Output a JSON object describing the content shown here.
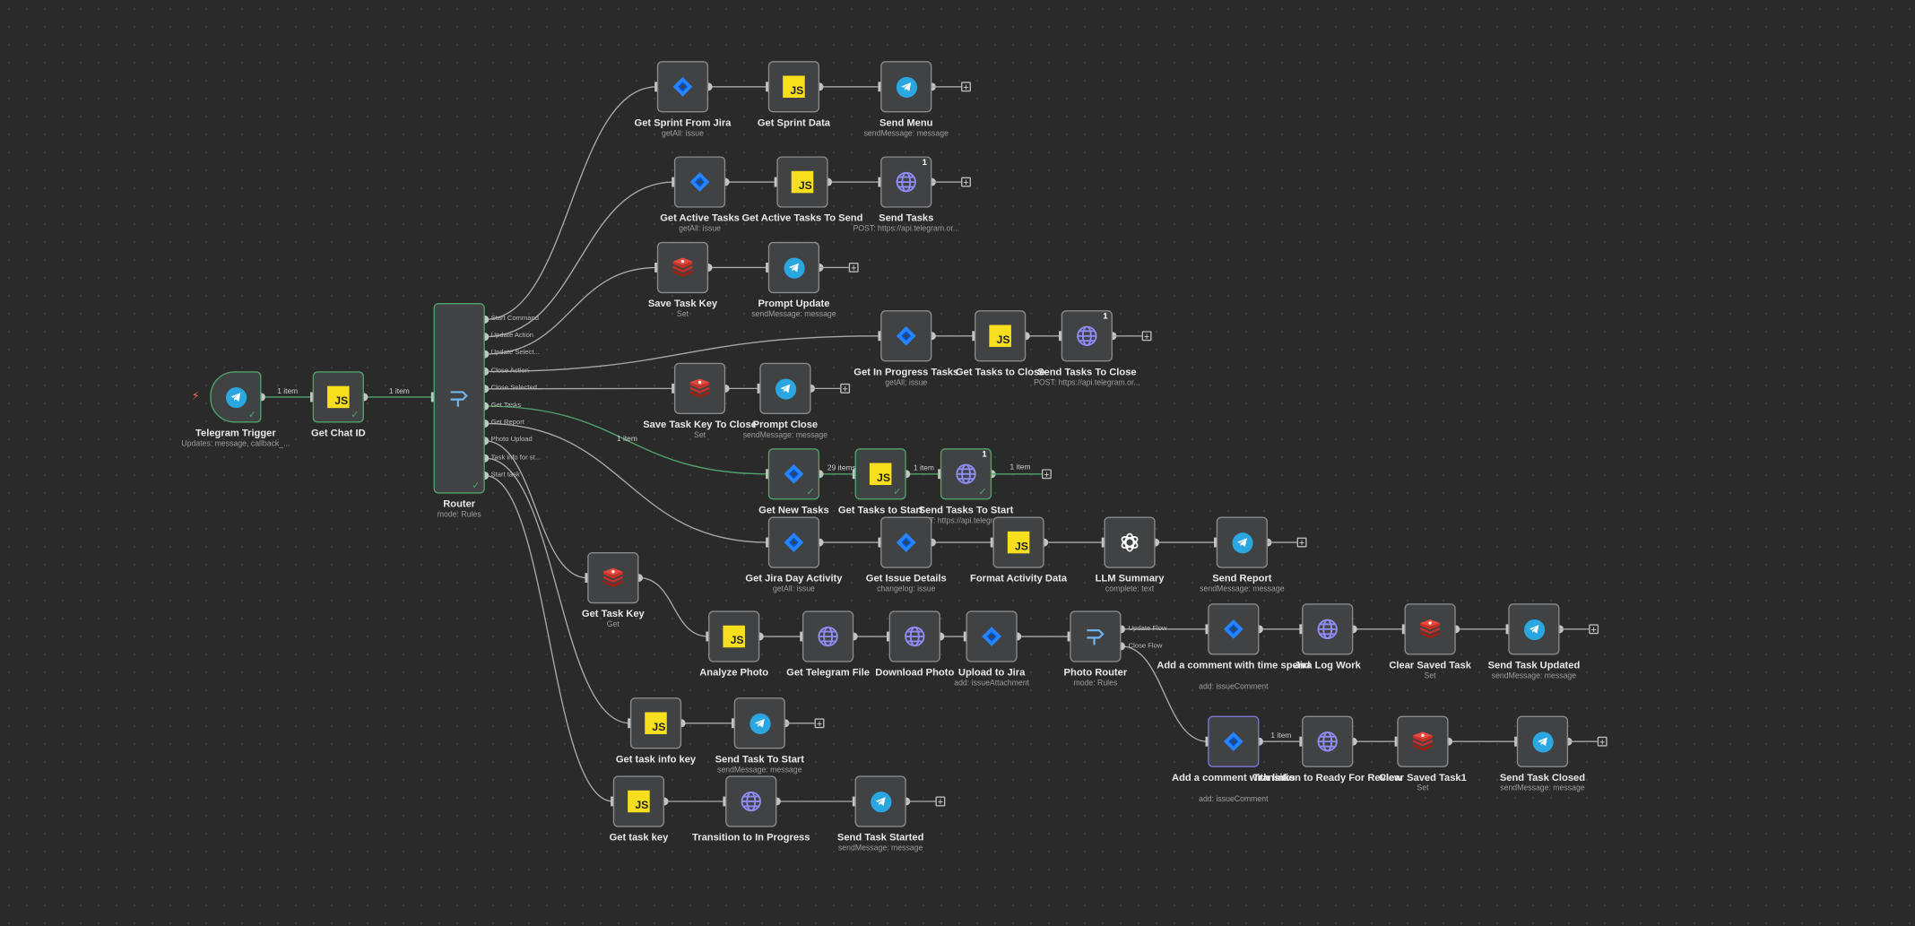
{
  "nodes": [
    {
      "id": "telegram-trigger",
      "label": "Telegram Trigger",
      "sub": "Updates: message, callback_...",
      "icon": "telegram-icon",
      "active": true,
      "trigger": true
    },
    {
      "id": "get-chat-id",
      "label": "Get Chat ID",
      "sub": "",
      "icon": "js-icon",
      "active": true
    },
    {
      "id": "router",
      "label": "Router",
      "sub": "mode: Rules",
      "icon": "router-icon",
      "active": true
    },
    {
      "id": "get-sprint-from-jira",
      "label": "Get Sprint From Jira",
      "sub": "getAll: issue",
      "icon": "jira-icon"
    },
    {
      "id": "get-sprint-data",
      "label": "Get Sprint Data",
      "sub": "",
      "icon": "js-icon"
    },
    {
      "id": "send-menu",
      "label": "Send Menu",
      "sub": "sendMessage: message",
      "icon": "telegram-icon"
    },
    {
      "id": "get-active-tasks",
      "label": "Get Active Tasks",
      "sub": "getAll: issue",
      "icon": "jira-icon"
    },
    {
      "id": "get-active-tasks-to-send",
      "label": "Get Active Tasks To Send",
      "sub": "",
      "icon": "js-icon"
    },
    {
      "id": "send-tasks",
      "label": "Send Tasks",
      "sub": "POST: https://api.telegram.or...",
      "icon": "http-icon",
      "badge": "1"
    },
    {
      "id": "save-task-key",
      "label": "Save Task Key",
      "sub": "Set",
      "icon": "redis-icon"
    },
    {
      "id": "prompt-update",
      "label": "Prompt Update",
      "sub": "sendMessage: message",
      "icon": "telegram-icon"
    },
    {
      "id": "get-in-progress-tasks",
      "label": "Get In Progress Tasks",
      "sub": "getAll: issue",
      "icon": "jira-icon"
    },
    {
      "id": "get-tasks-to-close",
      "label": "Get Tasks to Close",
      "sub": "",
      "icon": "js-icon"
    },
    {
      "id": "send-tasks-to-close",
      "label": "Send Tasks To Close",
      "sub": "POST: https://api.telegram.or...",
      "icon": "http-icon",
      "badge": "1"
    },
    {
      "id": "save-task-key-to-close",
      "label": "Save Task Key To Close",
      "sub": "Set",
      "icon": "redis-icon"
    },
    {
      "id": "prompt-close",
      "label": "Prompt Close",
      "sub": "sendMessage: message",
      "icon": "telegram-icon"
    },
    {
      "id": "get-new-tasks",
      "label": "Get New Tasks",
      "sub": "getAll: issue",
      "icon": "jira-icon",
      "active": true
    },
    {
      "id": "get-tasks-to-start",
      "label": "Get Tasks to Start",
      "sub": "",
      "icon": "js-icon",
      "active": true
    },
    {
      "id": "send-tasks-to-start",
      "label": "Send Tasks To Start",
      "sub": "POST: https://api.telegram.or...",
      "icon": "http-icon",
      "active": true,
      "badge": "1"
    },
    {
      "id": "get-jira-day-activity",
      "label": "Get Jira Day Activity",
      "sub": "getAll: issue",
      "icon": "jira-icon"
    },
    {
      "id": "get-issue-details",
      "label": "Get Issue Details",
      "sub": "changelog: issue",
      "icon": "jira-icon"
    },
    {
      "id": "format-activity-data",
      "label": "Format Activity Data",
      "sub": "",
      "icon": "js-icon"
    },
    {
      "id": "llm-summary",
      "label": "LLM Summary",
      "sub": "complete: text",
      "icon": "openai-icon"
    },
    {
      "id": "send-report",
      "label": "Send Report",
      "sub": "sendMessage: message",
      "icon": "telegram-icon"
    },
    {
      "id": "get-task-key",
      "label": "Get Task Key",
      "sub": "Get",
      "icon": "redis-icon"
    },
    {
      "id": "analyze-photo",
      "label": "Analyze Photo",
      "sub": "",
      "icon": "js-icon"
    },
    {
      "id": "get-telegram-file",
      "label": "Get Telegram File",
      "sub": "",
      "icon": "http-icon"
    },
    {
      "id": "download-photo",
      "label": "Download Photo",
      "sub": "",
      "icon": "http-icon"
    },
    {
      "id": "upload-to-jira",
      "label": "Upload to Jira",
      "sub": "add: issueAttachment",
      "icon": "jira-icon"
    },
    {
      "id": "photo-router",
      "label": "Photo Router",
      "sub": "mode: Rules",
      "icon": "router-icon"
    },
    {
      "id": "add-comment-time-spend",
      "label": "Add a comment with time spend",
      "sub": "add: issueComment",
      "icon": "jira-icon"
    },
    {
      "id": "jira-log-work",
      "label": "Jira Log Work",
      "sub": "",
      "icon": "http-icon"
    },
    {
      "id": "clear-saved-task",
      "label": "Clear Saved Task",
      "sub": "Set",
      "icon": "redis-icon"
    },
    {
      "id": "send-task-updated",
      "label": "Send Task Updated",
      "sub": "sendMessage: message",
      "icon": "telegram-icon"
    },
    {
      "id": "add-comment-links",
      "label": "Add a comment with links",
      "sub": "add: issueComment",
      "icon": "jira-icon",
      "selected": true
    },
    {
      "id": "transition-ready-for-review",
      "label": "Transition to Ready For Review",
      "sub": "",
      "icon": "http-icon"
    },
    {
      "id": "clear-saved-task1",
      "label": "Clear Saved Task1",
      "sub": "Set",
      "icon": "redis-icon"
    },
    {
      "id": "send-task-closed",
      "label": "Send Task Closed",
      "sub": "sendMessage: message",
      "icon": "telegram-icon"
    },
    {
      "id": "get-task-info-key",
      "label": "Get task info key",
      "sub": "",
      "icon": "js-icon"
    },
    {
      "id": "send-task-to-start",
      "label": "Send Task To Start",
      "sub": "sendMessage: message",
      "icon": "telegram-icon"
    },
    {
      "id": "get-task-key-js",
      "label": "Get task key",
      "sub": "",
      "icon": "js-icon"
    },
    {
      "id": "transition-in-progress",
      "label": "Transition to In Progress",
      "sub": "",
      "icon": "http-icon"
    },
    {
      "id": "send-task-started",
      "label": "Send Task Started",
      "sub": "sendMessage: message",
      "icon": "telegram-icon"
    }
  ],
  "router_outputs": [
    "Start Command",
    "Update Action",
    "Update Select...",
    "Close Action",
    "Close Selected...",
    "Get Tasks",
    "Get Report",
    "Photo Upload",
    "Task info for st...",
    "Start task"
  ],
  "photo_router_outputs": [
    "Update Flow",
    "Close Flow"
  ],
  "item_counts": {
    "trigger_to_chat": "1 item",
    "chat_to_router": "1 item",
    "router_get_tasks": "1 item",
    "new_to_start": "29 items",
    "start_to_send": "1 item",
    "send_out": "1 item",
    "comment_links_out": "1 item"
  },
  "colors": {
    "canvas": "#2a2a2a",
    "node": "#414244",
    "border": "#8a8a8a",
    "active": "#4ea36a",
    "wire": "#a9a9a9",
    "trigger_bolt": "#ff6d5a"
  }
}
